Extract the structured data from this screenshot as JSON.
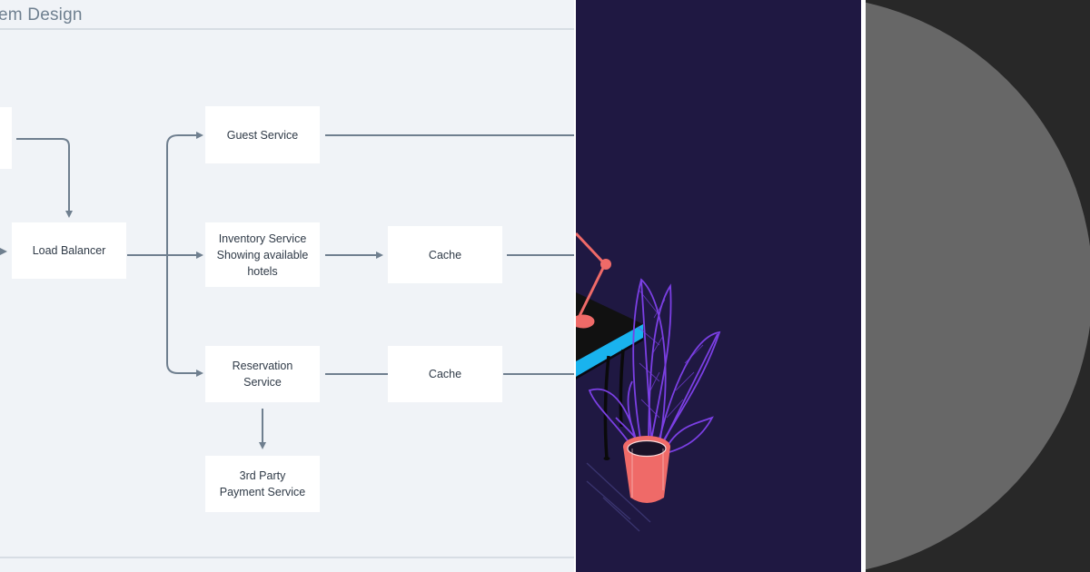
{
  "diagram": {
    "title": "em Design",
    "nodes": {
      "load_balancer": "Load Balancer",
      "guest_service": "Guest Service",
      "inventory_service": "Inventory  Service\nShowing available\nhotels",
      "cache_top": "Cache",
      "reservation_service": "Reservation\nService",
      "cache_bottom": "Cache",
      "payment_service": "3rd Party\nPayment  Service"
    }
  },
  "colors": {
    "diagram_background": "#f0f3f7",
    "node_fill": "#ffffff",
    "connector": "#6f7f8f",
    "illustration_background": "#1f1842",
    "desk_top": "#111111",
    "desk_edge": "#19b3ee",
    "lamp": "#ef6a68",
    "plant_outline": "#7b3fe4",
    "pot": "#ef6a68",
    "circle_fill": "#676767",
    "right_background": "#282828"
  },
  "illustration": {
    "icons": [
      "desk-lamp",
      "desk",
      "potted-plant"
    ]
  }
}
